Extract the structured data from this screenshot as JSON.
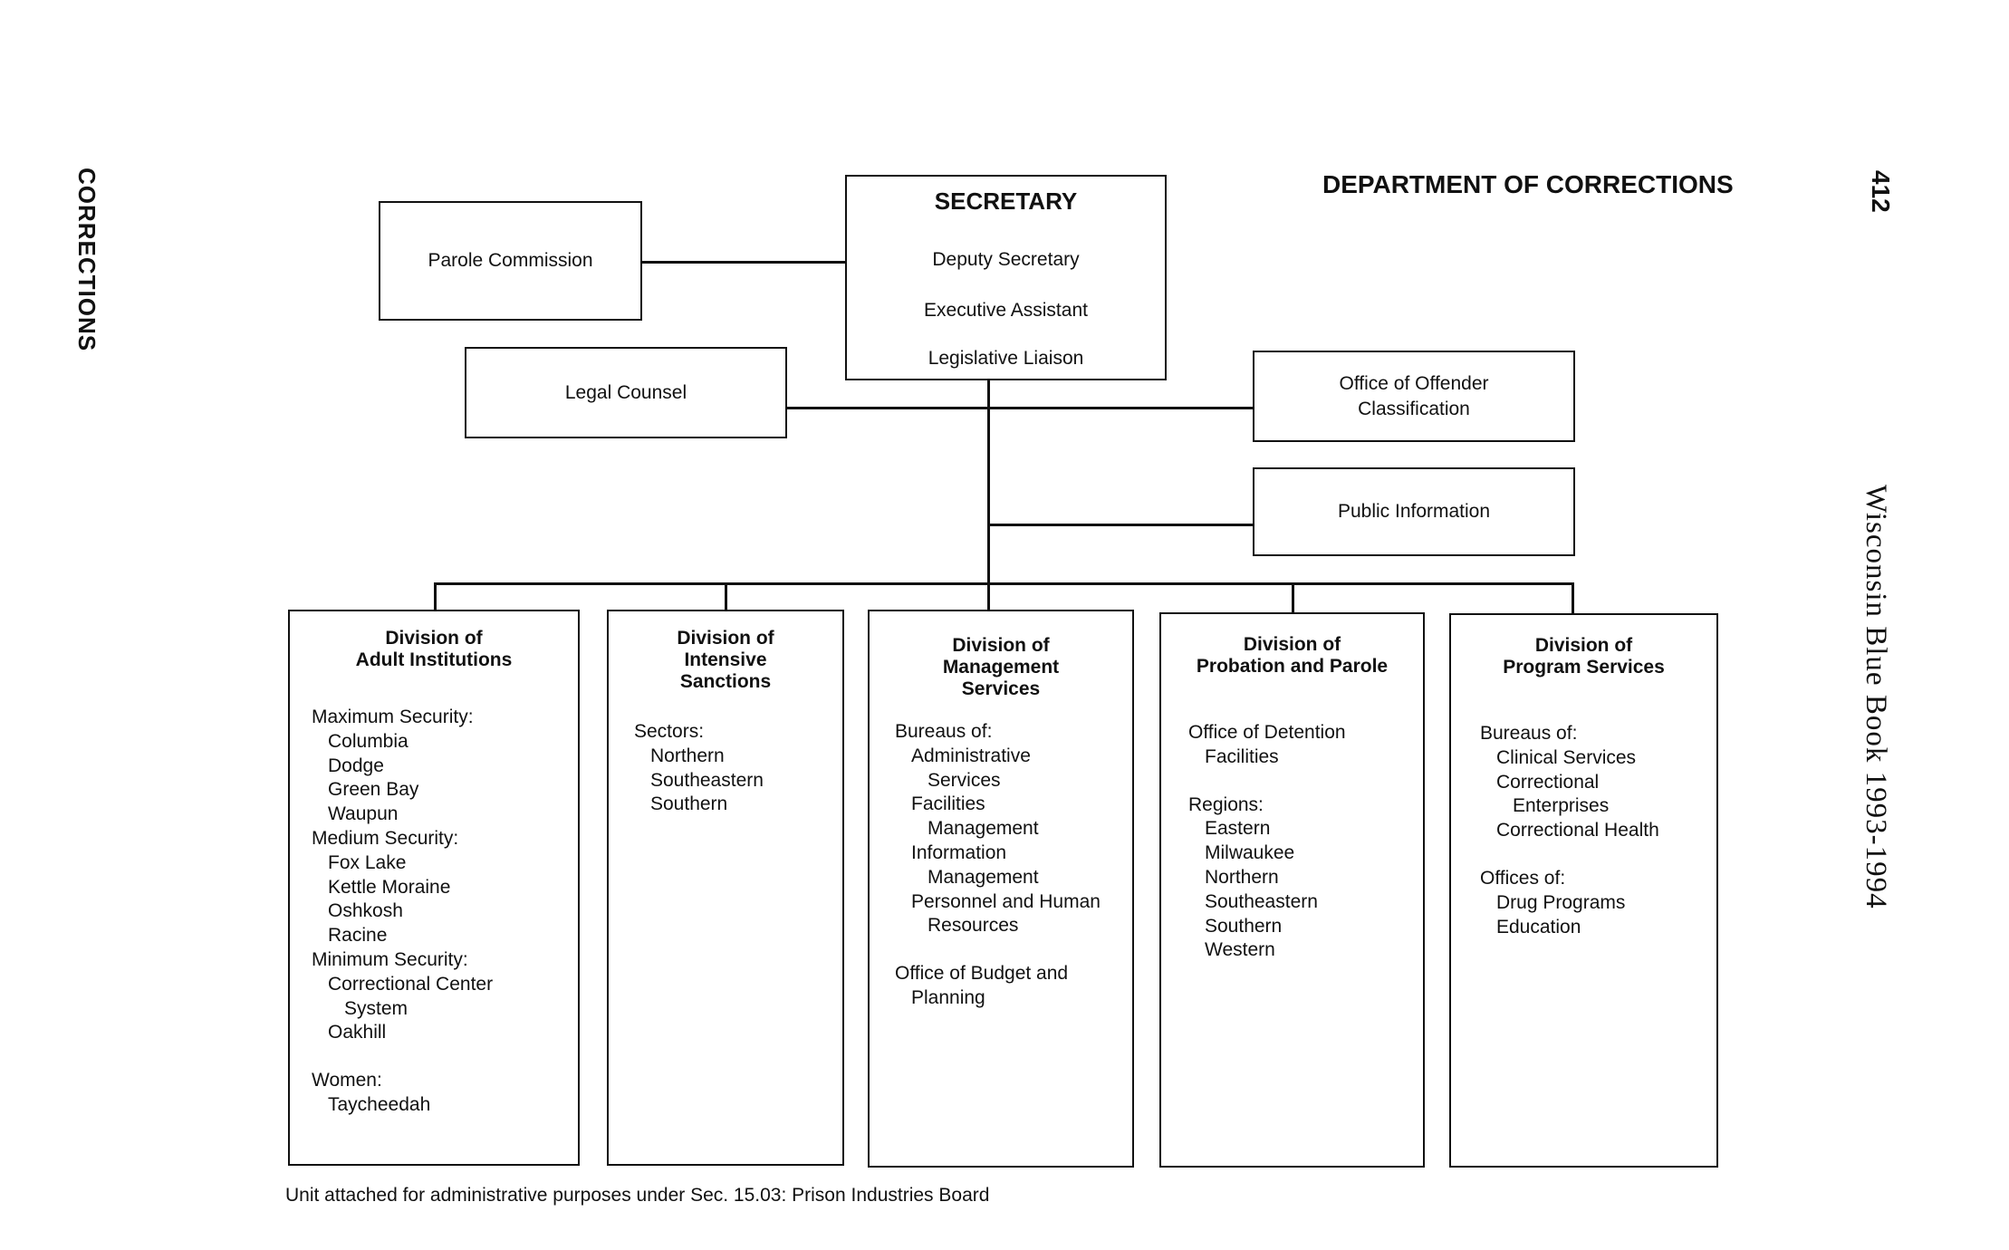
{
  "margin": {
    "left_header": "CORRECTIONS",
    "page_number": "412",
    "book_title": "Wisconsin Blue Book 1993-1994"
  },
  "header": {
    "title": "DEPARTMENT OF CORRECTIONS"
  },
  "secretary": {
    "title": "SECRETARY",
    "lines": [
      "Deputy Secretary",
      "Executive Assistant",
      "Legislative Liaison"
    ]
  },
  "staff": {
    "parole_commission": "Parole Commission",
    "legal_counsel": "Legal Counsel",
    "offender_classification": [
      "Office of Offender",
      "Classification"
    ],
    "public_information": "Public Information"
  },
  "divisions": [
    {
      "title": [
        "Division of",
        "Adult Institutions"
      ],
      "lines": [
        {
          "t": "Maximum Security:",
          "i": 0
        },
        {
          "t": "Columbia",
          "i": 1
        },
        {
          "t": "Dodge",
          "i": 1
        },
        {
          "t": "Green Bay",
          "i": 1
        },
        {
          "t": "Waupun",
          "i": 1
        },
        {
          "t": "Medium Security:",
          "i": 0
        },
        {
          "t": "Fox Lake",
          "i": 1
        },
        {
          "t": "Kettle Moraine",
          "i": 1
        },
        {
          "t": "Oshkosh",
          "i": 1
        },
        {
          "t": "Racine",
          "i": 1
        },
        {
          "t": "Minimum Security:",
          "i": 0
        },
        {
          "t": "Correctional Center",
          "i": 1
        },
        {
          "t": "System",
          "i": 2
        },
        {
          "t": "Oakhill",
          "i": 1
        },
        {
          "t": "",
          "i": -1
        },
        {
          "t": "Women:",
          "i": 0
        },
        {
          "t": "Taycheedah",
          "i": 1
        }
      ]
    },
    {
      "title": [
        "Division of",
        "Intensive",
        "Sanctions"
      ],
      "lines": [
        {
          "t": "Sectors:",
          "i": 0
        },
        {
          "t": "Northern",
          "i": 1
        },
        {
          "t": "Southeastern",
          "i": 1
        },
        {
          "t": "Southern",
          "i": 1
        }
      ]
    },
    {
      "title": [
        "Division of",
        "Management",
        "Services"
      ],
      "lines": [
        {
          "t": "Bureaus of:",
          "i": 0
        },
        {
          "t": "Administrative",
          "i": 1
        },
        {
          "t": "Services",
          "i": 2
        },
        {
          "t": "Facilities",
          "i": 1
        },
        {
          "t": "Management",
          "i": 2
        },
        {
          "t": "Information",
          "i": 1
        },
        {
          "t": "Management",
          "i": 2
        },
        {
          "t": "Personnel and Human",
          "i": 1
        },
        {
          "t": "Resources",
          "i": 2
        },
        {
          "t": "",
          "i": -1
        },
        {
          "t": "Office of  Budget and",
          "i": 0
        },
        {
          "t": "Planning",
          "i": 1
        }
      ]
    },
    {
      "title": [
        "Division of",
        "Probation and Parole"
      ],
      "lines": [
        {
          "t": "Office of  Detention",
          "i": 0
        },
        {
          "t": "Facilities",
          "i": 1
        },
        {
          "t": "",
          "i": -1
        },
        {
          "t": "Regions:",
          "i": 0
        },
        {
          "t": "Eastern",
          "i": 1
        },
        {
          "t": "Milwaukee",
          "i": 1
        },
        {
          "t": "Northern",
          "i": 1
        },
        {
          "t": "Southeastern",
          "i": 1
        },
        {
          "t": "Southern",
          "i": 1
        },
        {
          "t": "Western",
          "i": 1
        }
      ]
    },
    {
      "title": [
        "Division of",
        "Program Services"
      ],
      "lines": [
        {
          "t": "Bureaus of:",
          "i": 0
        },
        {
          "t": "Clinical Services",
          "i": 1
        },
        {
          "t": "Correctional",
          "i": 1
        },
        {
          "t": "Enterprises",
          "i": 2
        },
        {
          "t": "Correctional Health",
          "i": 1
        },
        {
          "t": "",
          "i": -1
        },
        {
          "t": "Offices of:",
          "i": 0
        },
        {
          "t": "Drug Programs",
          "i": 1
        },
        {
          "t": "Education",
          "i": 1
        }
      ]
    }
  ],
  "footnote": "Unit attached for administrative purposes under Sec. 15.03:  Prison Industries Board"
}
